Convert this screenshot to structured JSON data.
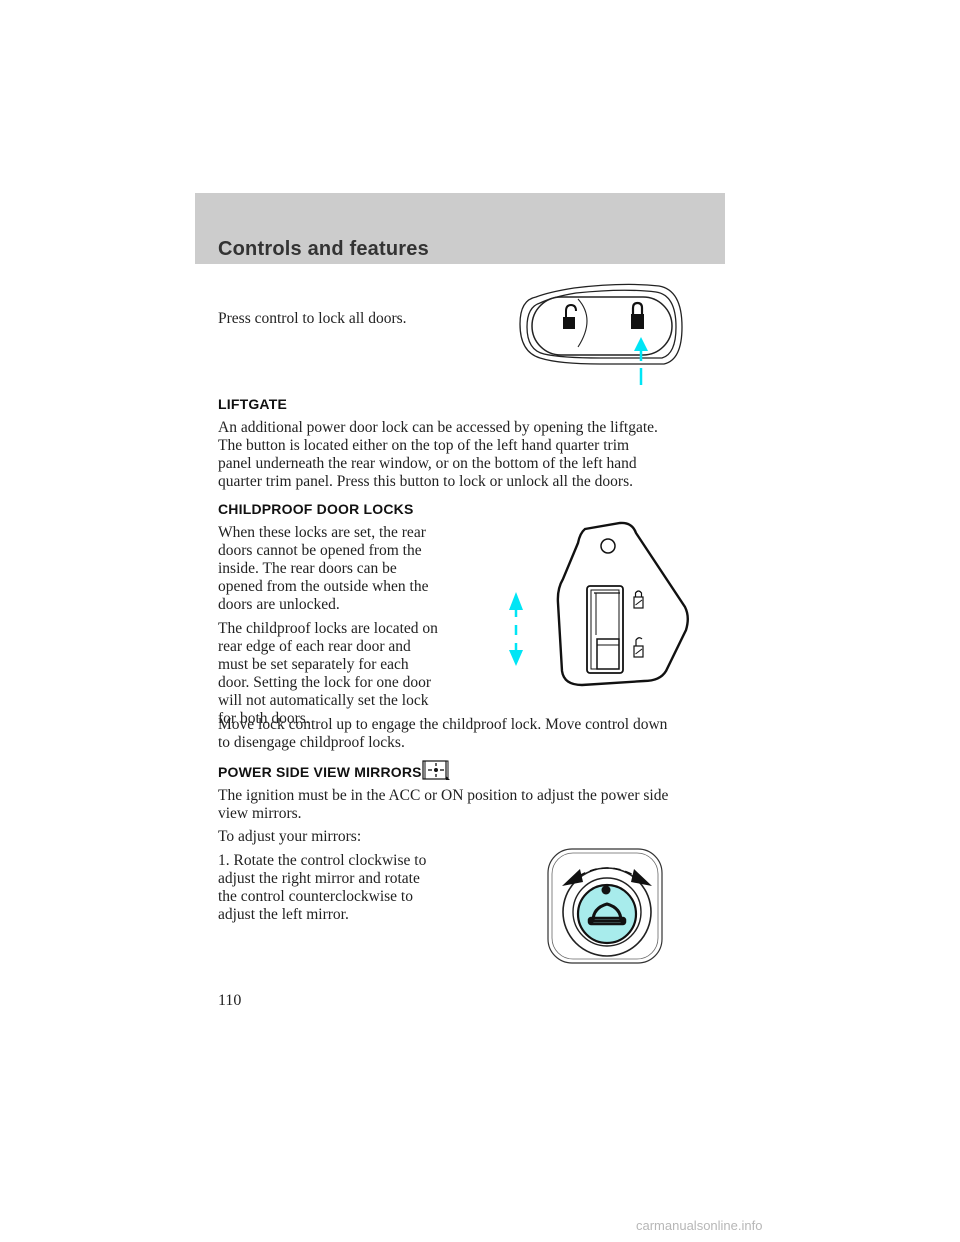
{
  "header": {
    "title": "Controls and features"
  },
  "intro": {
    "text": "Press control to lock all doors."
  },
  "liftgate": {
    "heading": "LIFTGATE",
    "body": [
      "An additional power door lock can be accessed by opening the liftgate.",
      "The button is located either on the top of the left hand quarter trim",
      "panel underneath the rear window, or on the bottom of the left hand",
      "quarter trim panel. Press this button to lock or unlock all the doors."
    ]
  },
  "childproof": {
    "heading": "CHILDPROOF DOOR LOCKS",
    "para1": [
      "When these locks are set, the rear",
      "doors cannot be opened from the",
      "inside. The rear doors can be",
      "opened from the outside when the",
      "doors are unlocked."
    ],
    "para2": [
      "The childproof locks are located on",
      "rear edge of each rear door and",
      "must be set separately for each",
      "door. Setting the lock for one door",
      "will not automatically set the lock",
      "for both doors."
    ],
    "para3": [
      "Move lock control up to engage the childproof lock. Move control down",
      "to disengage childproof locks."
    ]
  },
  "mirrors": {
    "heading": "POWER SIDE VIEW MIRRORS",
    "body": [
      "The ignition must be in the ACC or ON position to adjust the power side",
      "view mirrors."
    ],
    "adjust_intro": "To adjust your mirrors:",
    "step1": [
      "1. Rotate the control clockwise to",
      "adjust the right mirror and rotate",
      "the control counterclockwise to",
      "adjust the left mirror."
    ]
  },
  "page_number": "110",
  "footer": {
    "watermark": "carmanualsonline.info"
  },
  "colors": {
    "header_band": "#cccccc",
    "accent_cyan": "#00e5f5",
    "mirror_knob": "#a8ecec"
  }
}
